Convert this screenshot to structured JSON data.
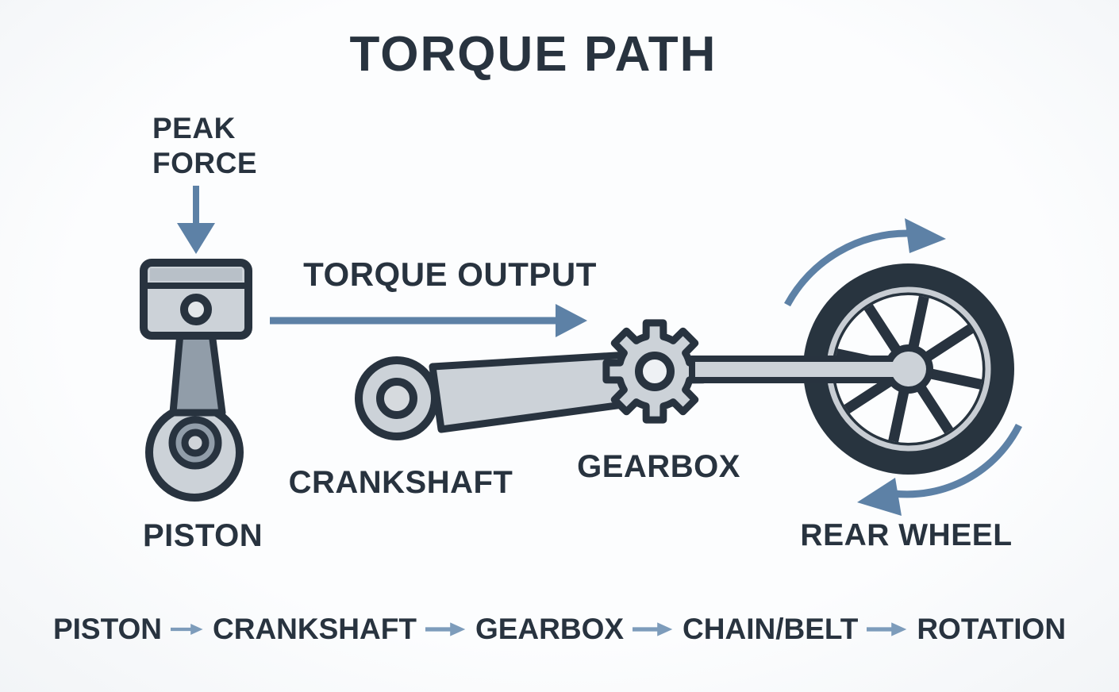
{
  "title": "TORQUE PATH",
  "annotations": {
    "peak_force_line1": "PEAK",
    "peak_force_line2": "FORCE",
    "torque_output": "TORQUE OUTPUT"
  },
  "component_labels": {
    "piston": "PISTON",
    "crankshaft": "CRANKSHAFT",
    "gearbox": "GEARBOX",
    "rear_wheel": "REAR WHEEL"
  },
  "flow": {
    "steps": [
      "PISTON",
      "CRANKSHAFT",
      "GEARBOX",
      "CHAIN/BELT",
      "ROTATION"
    ]
  },
  "icons": {
    "peak-force-arrow-icon": "down-arrow",
    "torque-output-arrow-icon": "right-arrow",
    "flow-arrow-icon": "right-arrow",
    "rotation-arc-top-icon": "clockwise-arc-arrow",
    "rotation-arc-bottom-icon": "clockwise-arc-arrow"
  },
  "colors": {
    "background": "#fcfdfe",
    "ink": "#28333f",
    "steel_blue": "#5d81a6",
    "flow_arrow_blue": "#7d9cbb",
    "metal_light": "#ccd2d8",
    "metal_mid": "#919da9",
    "metal_band": "#b8c0c8",
    "tire_dark": "#28343f",
    "rim_light": "#c8cdd3",
    "hole_light": "#eef1f4"
  }
}
